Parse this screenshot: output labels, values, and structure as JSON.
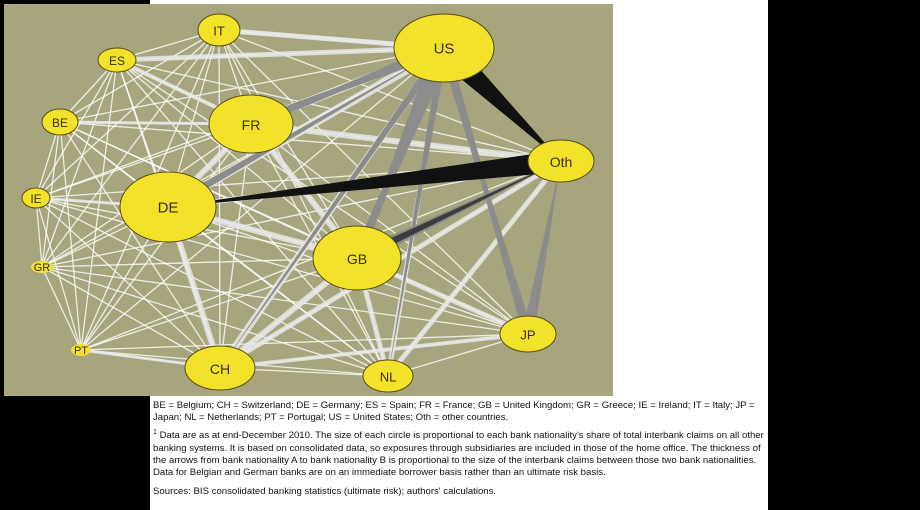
{
  "diagram": {
    "nodes": [
      {
        "id": "IT",
        "label": "IT"
      },
      {
        "id": "ES",
        "label": "ES"
      },
      {
        "id": "US",
        "label": "US"
      },
      {
        "id": "BE",
        "label": "BE"
      },
      {
        "id": "FR",
        "label": "FR"
      },
      {
        "id": "Oth",
        "label": "Oth"
      },
      {
        "id": "IE",
        "label": "IE"
      },
      {
        "id": "DE",
        "label": "DE"
      },
      {
        "id": "GR",
        "label": "GR"
      },
      {
        "id": "GB",
        "label": "GB"
      },
      {
        "id": "PT",
        "label": "PT"
      },
      {
        "id": "JP",
        "label": "JP"
      },
      {
        "id": "CH",
        "label": "CH"
      },
      {
        "id": "NL",
        "label": "NL"
      }
    ],
    "colors": {
      "background": "#a7a57d",
      "node_fill": "#f3e22a",
      "node_stroke": "#5a4a10",
      "edge_light": "#ffffff",
      "edge_mid": "#c9c9c9",
      "edge_dark": "#8c8c8c",
      "edge_black": "#111111"
    }
  },
  "caption": {
    "legend": "BE = Belgium; CH = Switzerland; DE = Germany; ES = Spain; FR = France; GB = United Kingdom; GR = Greece; IE = Ireland; IT = Italy; JP = Japan; NL = Netherlands; PT = Portugal; US = United States; Oth = other countries.",
    "note_mark": "1",
    "note": "Data are as at end-December 2010. The size of each circle is proportional to each bank nationality's share of total interbank claims on all other banking systems. It is based on consolidated data, so exposures through subsidiaries are included in those of the home office. The thickness of the arrows from bank nationality A to bank nationality B is proportional to the size of the interbank claims between those two bank nationalities. Data for Belgian and German banks are on an immediate borrower basis rather than an ultimate risk basis.",
    "sources": "Sources: BIS consolidated banking statistics (ultimate risk); authors' calculations."
  }
}
